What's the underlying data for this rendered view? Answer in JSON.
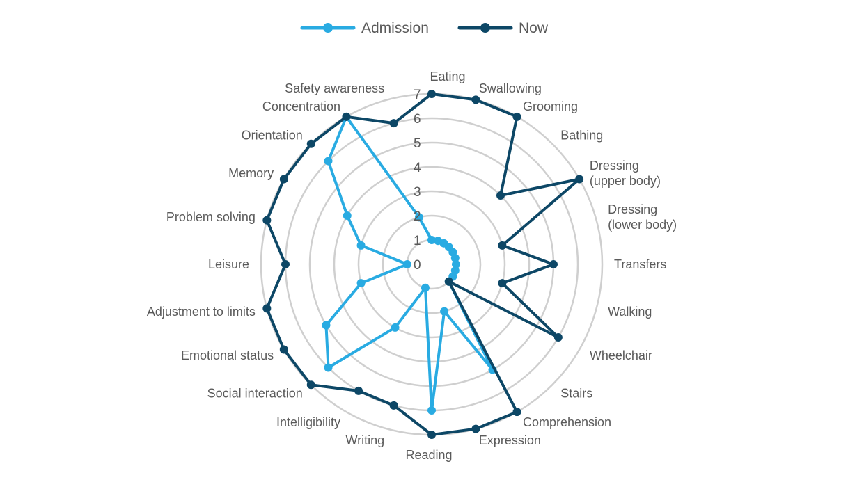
{
  "chart_data": {
    "type": "radar",
    "title": "",
    "categories": [
      "Eating",
      "Swallowing",
      "Grooming",
      "Bathing",
      "Dressing\n(upper body)",
      "Dressing\n(lower body)",
      "Transfers",
      "Walking",
      "Wheelchair",
      "Stairs",
      "Comprehension",
      "Expression",
      "Reading",
      "Writing",
      "Intelligibility",
      "Social interaction",
      "Emotional status",
      "Adjustment to limits",
      "Leisure",
      "Problem solving",
      "Memory",
      "Orientation",
      "Concentration",
      "Safety awareness"
    ],
    "rlim": [
      0,
      7
    ],
    "ticks": [
      "0",
      "1",
      "2",
      "3",
      "4",
      "5",
      "6",
      "7"
    ],
    "legend_position": "top-center",
    "series": [
      {
        "name": "Admission",
        "color": "#29abe2",
        "values": [
          1,
          1,
          1,
          1,
          1,
          1,
          1,
          1,
          1,
          1,
          5,
          2,
          6,
          1,
          3,
          6,
          5,
          3,
          1,
          3,
          4,
          6,
          7,
          2
        ]
      },
      {
        "name": "Now",
        "color": "#0d4766",
        "values": [
          7,
          7,
          7,
          4,
          7,
          3,
          5,
          3,
          6,
          1,
          7,
          7,
          7,
          6,
          6,
          7,
          7,
          7,
          6,
          7,
          7,
          7,
          7,
          6
        ]
      }
    ]
  }
}
